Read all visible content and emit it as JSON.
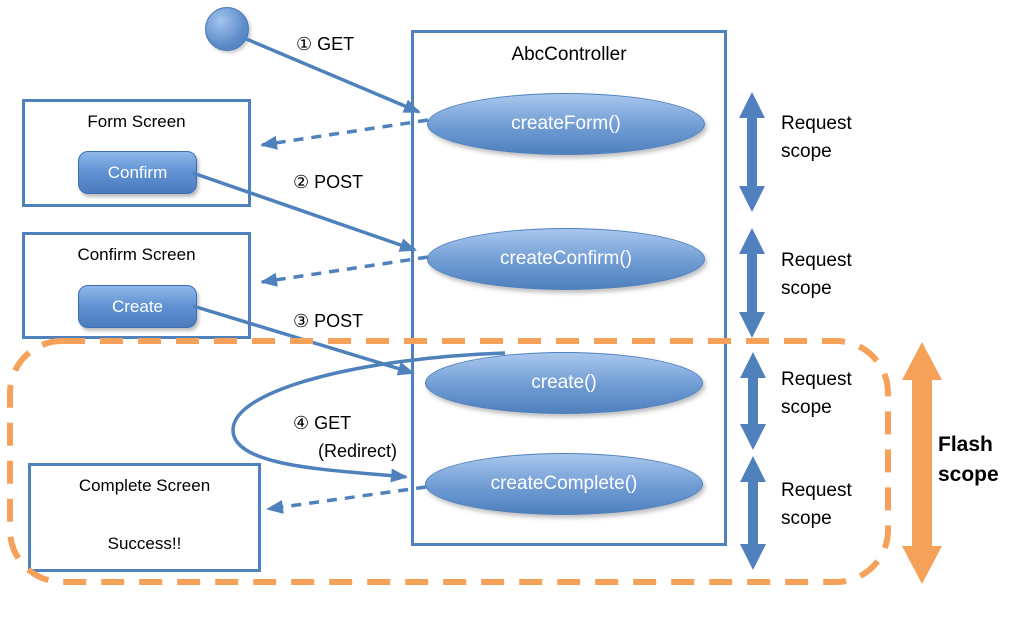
{
  "controller": {
    "title": "AbcController",
    "methods": [
      "createForm()",
      "createConfirm()",
      "create()",
      "createComplete()"
    ]
  },
  "screens": [
    {
      "title": "Form Screen",
      "button": "Confirm"
    },
    {
      "title": "Confirm Screen",
      "button": "Create"
    },
    {
      "title": "Complete Screen",
      "message": "Success!!"
    }
  ],
  "steps": [
    {
      "label": "① GET"
    },
    {
      "label": "② POST"
    },
    {
      "label": "③ POST"
    },
    {
      "label": "④ GET",
      "sublabel": "(Redirect)"
    }
  ],
  "scopes": {
    "request_labels": [
      "Request scope",
      "Request scope",
      "Request scope",
      "Request scope"
    ],
    "flash_label": "Flash scope"
  },
  "colors": {
    "blue": "#4F81BD",
    "blue_dark": "#3A6EA5",
    "orange": "#F5A15A"
  }
}
